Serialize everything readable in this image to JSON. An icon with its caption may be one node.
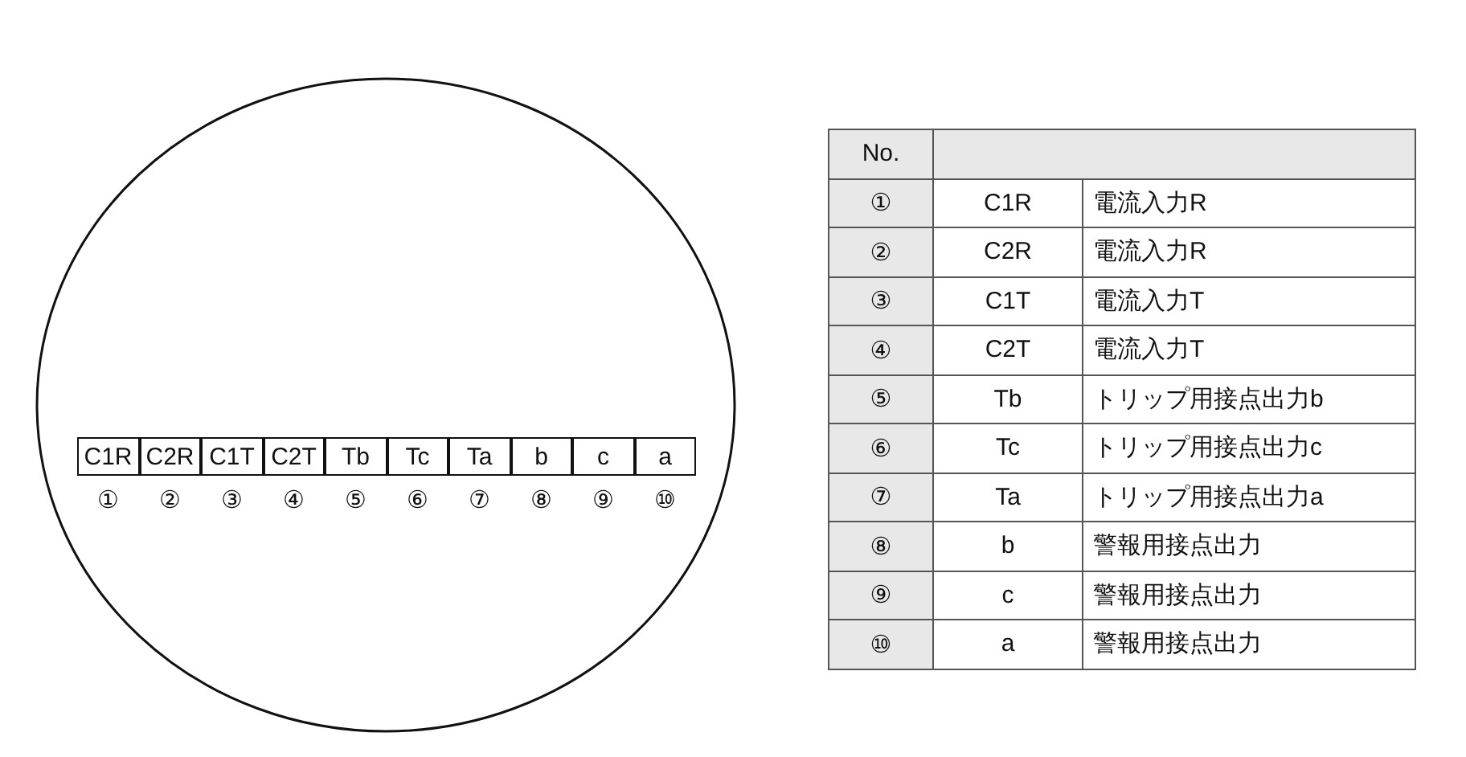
{
  "diagram": {
    "nodes": [
      {
        "text": [],
        "shape": "circle"
      },
      {
        "text": [
          "C1R"
        ],
        "in": 0,
        "beside": [
          "①"
        ]
      },
      {
        "text": [
          "C2R"
        ],
        "in": 0,
        "beside": [
          "②"
        ]
      },
      {
        "text": [
          "C1T"
        ],
        "in": 0,
        "beside": [
          "③"
        ]
      },
      {
        "text": [
          "C2T"
        ],
        "in": 0,
        "beside": [
          "④"
        ]
      },
      {
        "text": [
          "Tb"
        ],
        "in": 0,
        "beside": [
          "⑤"
        ]
      },
      {
        "text": [
          "Tc"
        ],
        "in": 0,
        "beside": [
          "⑥"
        ]
      },
      {
        "text": [
          "Ta"
        ],
        "in": 0,
        "beside": [
          "⑦"
        ]
      },
      {
        "text": [
          "b"
        ],
        "in": 0,
        "beside": [
          "⑧"
        ]
      },
      {
        "text": [
          "c"
        ],
        "in": 0,
        "beside": [
          "⑨"
        ]
      },
      {
        "text": [
          "a"
        ],
        "in": 0,
        "beside": [
          "⑩"
        ]
      }
    ],
    "edges": [],
    "labels": [
      "No.",
      "①",
      "C1R",
      "電流入力R",
      "②",
      "C2R",
      "電流入力R",
      "③",
      "C1T",
      "電流入力T",
      "④",
      "C2T",
      "電流入力T",
      "⑤",
      "Tb",
      "トリップ用接点出力b",
      "⑥",
      "Tc",
      "トリップ用接点出力c",
      "⑦",
      "Ta",
      "トリップ用接点出力a",
      "⑧",
      "b",
      "警報用接点出力",
      "⑨",
      "c",
      "警報用接点出力",
      "⑩",
      "a",
      "警報用接点出力"
    ]
  }
}
